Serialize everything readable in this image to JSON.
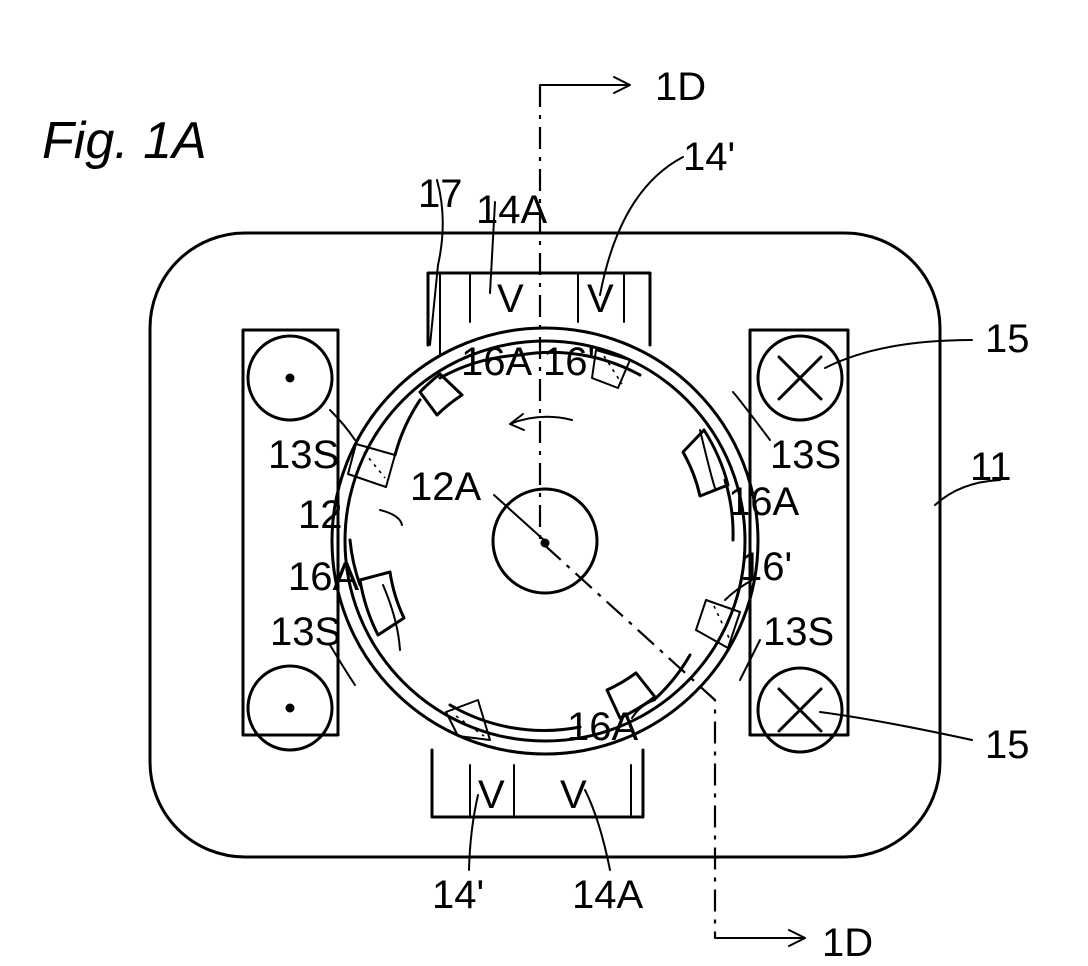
{
  "figure": {
    "title": "Fig. 1A"
  },
  "labels": {
    "section_top": "1D",
    "section_bottom": "1D",
    "l17": "17",
    "l14a_top": "14A",
    "l14p_top": "14'",
    "l15_top": "15",
    "l15_bottom": "15",
    "l11": "11",
    "l16a_top": "16A",
    "l16p_top": "16'",
    "l16a_right": "16A",
    "l13s_left_top": "13S",
    "l13s_right_top": "13S",
    "l13s_left_bottom": "13S",
    "l13s_right_bottom": "13S",
    "l12": "12",
    "l12a": "12A",
    "l16a_left": "16A",
    "l16p_right": "16'",
    "l16a_bottom": "16A",
    "l14p_bottom": "14'",
    "l14a_bottom": "14A"
  },
  "marks": {
    "v": "V"
  },
  "colors": {
    "ink": "#000000",
    "paper": "#ffffff"
  }
}
